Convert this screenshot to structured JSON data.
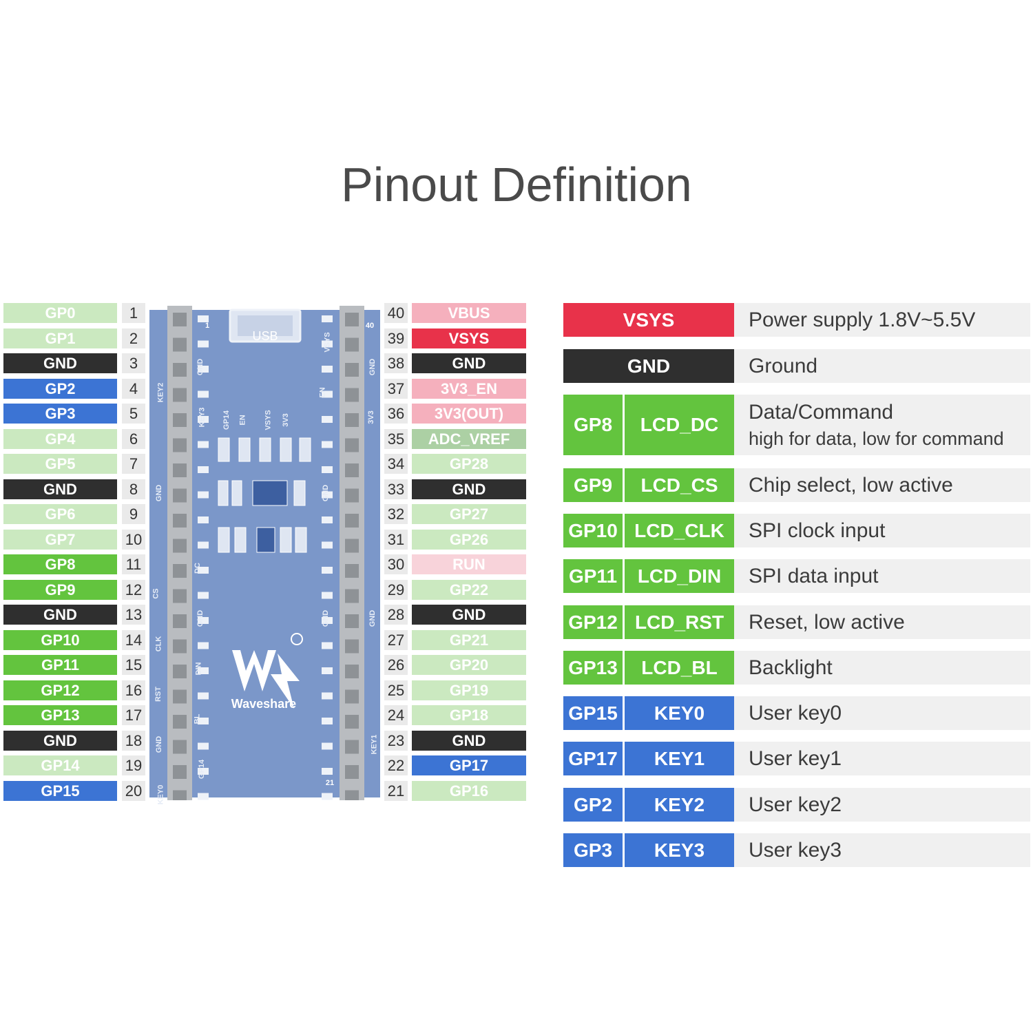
{
  "title": "Pinout Definition",
  "board": {
    "usb_label": "USB",
    "brand": "Waveshare",
    "corner_pins": [
      "1",
      "40",
      "21"
    ],
    "silk_left_outer": [
      "KEY2",
      "GND",
      "CS",
      "CLK",
      "RST",
      "GND",
      "KEY0"
    ],
    "silk_left_inner": [
      "GND",
      "KEY3",
      "DC",
      "GND",
      "DIN",
      "BL",
      "GP14"
    ],
    "silk_right_inner": [
      "VSYS",
      "EN",
      "GND",
      "GND"
    ],
    "silk_right_outer": [
      "GND",
      "3V3",
      "GND",
      "KEY1"
    ],
    "silk_center": [
      "GP14",
      "EN",
      "VSYS",
      "3V3"
    ]
  },
  "left_pins": [
    {
      "label": "GP0",
      "num": "1",
      "type": "gp"
    },
    {
      "label": "GP1",
      "num": "2",
      "type": "gp"
    },
    {
      "label": "GND",
      "num": "3",
      "type": "gnd"
    },
    {
      "label": "GP2",
      "num": "4",
      "type": "key"
    },
    {
      "label": "GP3",
      "num": "5",
      "type": "key"
    },
    {
      "label": "GP4",
      "num": "6",
      "type": "gp"
    },
    {
      "label": "GP5",
      "num": "7",
      "type": "gp"
    },
    {
      "label": "GND",
      "num": "8",
      "type": "gnd"
    },
    {
      "label": "GP6",
      "num": "9",
      "type": "gp"
    },
    {
      "label": "GP7",
      "num": "10",
      "type": "gp"
    },
    {
      "label": "GP8",
      "num": "11",
      "type": "lcd"
    },
    {
      "label": "GP9",
      "num": "12",
      "type": "lcd"
    },
    {
      "label": "GND",
      "num": "13",
      "type": "gnd"
    },
    {
      "label": "GP10",
      "num": "14",
      "type": "lcd"
    },
    {
      "label": "GP11",
      "num": "15",
      "type": "lcd"
    },
    {
      "label": "GP12",
      "num": "16",
      "type": "lcd"
    },
    {
      "label": "GP13",
      "num": "17",
      "type": "lcd"
    },
    {
      "label": "GND",
      "num": "18",
      "type": "gnd"
    },
    {
      "label": "GP14",
      "num": "19",
      "type": "gp"
    },
    {
      "label": "GP15",
      "num": "20",
      "type": "key"
    }
  ],
  "right_pins": [
    {
      "label": "VBUS",
      "num": "40",
      "type": "pwr"
    },
    {
      "label": "VSYS",
      "num": "39",
      "type": "vsys"
    },
    {
      "label": "GND",
      "num": "38",
      "type": "gnd"
    },
    {
      "label": "3V3_EN",
      "num": "37",
      "type": "pwr"
    },
    {
      "label": "3V3(OUT)",
      "num": "36",
      "type": "pwr"
    },
    {
      "label": "ADC_VREF",
      "num": "35",
      "type": "adc"
    },
    {
      "label": "GP28",
      "num": "34",
      "type": "gp"
    },
    {
      "label": "GND",
      "num": "33",
      "type": "gnd"
    },
    {
      "label": "GP27",
      "num": "32",
      "type": "gp"
    },
    {
      "label": "GP26",
      "num": "31",
      "type": "gp"
    },
    {
      "label": "RUN",
      "num": "30",
      "type": "run"
    },
    {
      "label": "GP22",
      "num": "29",
      "type": "gp"
    },
    {
      "label": "GND",
      "num": "28",
      "type": "gnd"
    },
    {
      "label": "GP21",
      "num": "27",
      "type": "gp"
    },
    {
      "label": "GP20",
      "num": "26",
      "type": "gp"
    },
    {
      "label": "GP19",
      "num": "25",
      "type": "gp"
    },
    {
      "label": "GP18",
      "num": "24",
      "type": "gp"
    },
    {
      "label": "GND",
      "num": "23",
      "type": "gnd"
    },
    {
      "label": "GP17",
      "num": "22",
      "type": "key"
    },
    {
      "label": "GP16",
      "num": "21",
      "type": "gp"
    }
  ],
  "table": [
    {
      "pin": "VSYS",
      "func": "",
      "desc": "Power supply 1.8V~5.5V",
      "desc2": "",
      "type": "vsys"
    },
    {
      "pin": "GND",
      "func": "",
      "desc": "Ground",
      "desc2": "",
      "type": "gnd"
    },
    {
      "pin": "GP8",
      "func": "LCD_DC",
      "desc": "Data/Command",
      "desc2": "high for data, low for command",
      "type": "lcd"
    },
    {
      "pin": "GP9",
      "func": "LCD_CS",
      "desc": "Chip select, low active",
      "desc2": "",
      "type": "lcd"
    },
    {
      "pin": "GP10",
      "func": "LCD_CLK",
      "desc": "SPI clock input",
      "desc2": "",
      "type": "lcd"
    },
    {
      "pin": "GP11",
      "func": "LCD_DIN",
      "desc": "SPI data input",
      "desc2": "",
      "type": "lcd"
    },
    {
      "pin": "GP12",
      "func": "LCD_RST",
      "desc": "Reset, low active",
      "desc2": "",
      "type": "lcd"
    },
    {
      "pin": "GP13",
      "func": "LCD_BL",
      "desc": "Backlight",
      "desc2": "",
      "type": "lcd"
    },
    {
      "pin": "GP15",
      "func": "KEY0",
      "desc": "User key0",
      "desc2": "",
      "type": "key"
    },
    {
      "pin": "GP17",
      "func": "KEY1",
      "desc": "User key1",
      "desc2": "",
      "type": "key"
    },
    {
      "pin": "GP2",
      "func": "KEY2",
      "desc": "User key2",
      "desc2": "",
      "type": "key"
    },
    {
      "pin": "GP3",
      "func": "KEY3",
      "desc": "User key3",
      "desc2": "",
      "type": "key"
    }
  ]
}
